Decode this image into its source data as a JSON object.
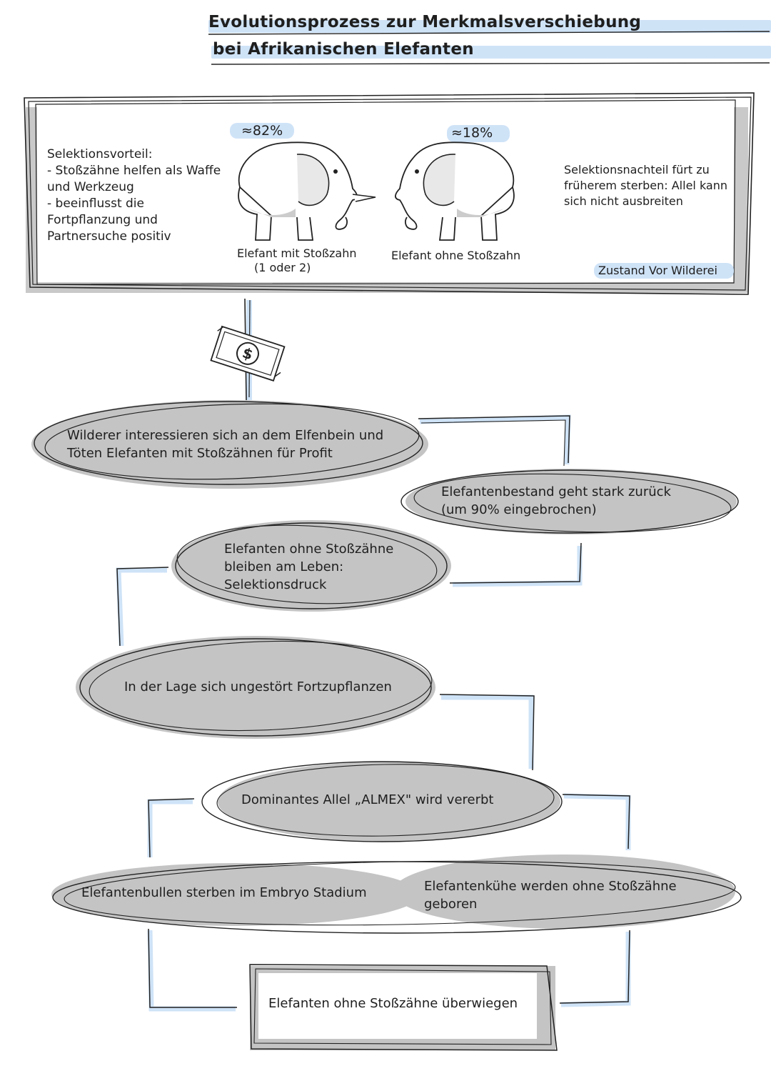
{
  "title": {
    "line1": "Evolutionsprozess zur Merkmalsverschiebung",
    "line2": "bei Afrikanischen Elefanten"
  },
  "panel": {
    "advantage": {
      "heading": "Selektionsvorteil:",
      "lines": [
        "- Stoßzähne helfen als Waffe",
        "und Werkzeug",
        "- beeinflusst die",
        "Fortpflanzung und",
        "Partnersuche positiv"
      ]
    },
    "with_tusk": {
      "percent": "≈82%",
      "caption_line1": "Elefant mit Stoßzahn",
      "caption_line2": "(1 oder 2)"
    },
    "without_tusk": {
      "percent": "≈18%",
      "caption": "Elefant ohne Stoßzahn"
    },
    "disadvantage": {
      "lines": [
        "Selektionsnachteil fürt zu",
        "früherem sterben: Allel kann",
        "sich nicht ausbreiten"
      ]
    },
    "state_label": "Zustand Vor Wilderei"
  },
  "flow": {
    "poachers": [
      "Wilderer interessieren sich an dem Elfenbein und",
      "Töten Elefanten mit Stoßzähnen für Profit"
    ],
    "population": [
      "Elefantenbestand geht stark zurück",
      "(um 90% eingebrochen)"
    ],
    "survive": [
      "Elefanten ohne Stoßzähne",
      "bleiben am Leben:",
      "Selektionsdruck"
    ],
    "reproduce": "In der Lage sich ungestört Fortzupflanzen",
    "allele": "Dominantes Allel „ALMEX\" wird vererbt",
    "bulls": "Elefantenbullen sterben im Embryo Stadium",
    "cows": [
      "Elefantenkühe werden ohne Stoßzähne",
      "geboren"
    ],
    "result": "Elefanten ohne Stoßzähne überwiegen"
  },
  "icons": {
    "money": "dollar-bill-icon",
    "elephant": "elephant-icon"
  },
  "colors": {
    "highlight": "#cfe3f7",
    "shadow": "#c9c9c9",
    "ink": "#1f1f1f"
  }
}
